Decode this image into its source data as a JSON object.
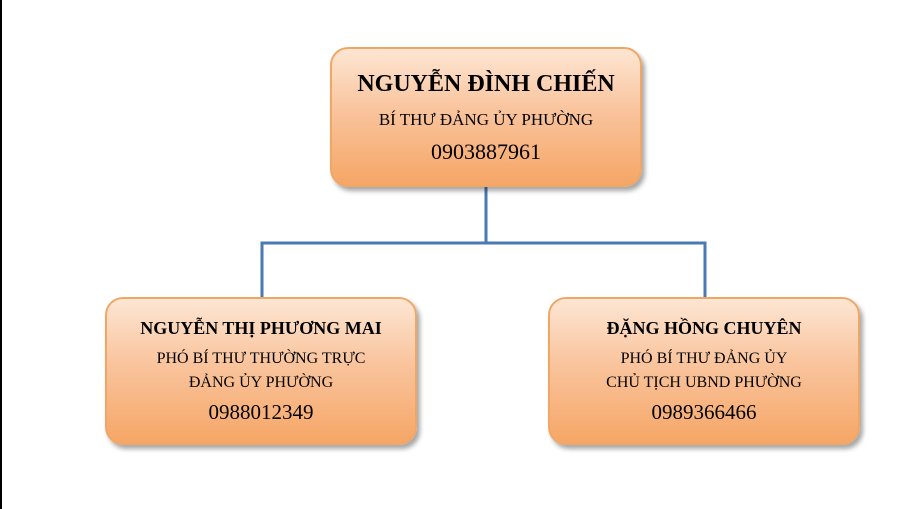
{
  "colors": {
    "connector": "#4a7ab5",
    "node_border": "#f0a766",
    "node_fill_light": "#fde6d3",
    "node_fill_dark": "#f6a666"
  },
  "nodes": {
    "top": {
      "name": "NGUYỄN ĐÌNH CHIẾN",
      "title_lines": [
        "BÍ THƯ ĐẢNG ỦY PHƯỜNG"
      ],
      "phone": "0903887961"
    },
    "left": {
      "name": "NGUYỄN THỊ PHƯƠNG MAI",
      "title_lines": [
        "PHÓ BÍ THƯ THƯỜNG TRỰC",
        "ĐẢNG ỦY PHƯỜNG"
      ],
      "phone": "0988012349"
    },
    "right": {
      "name": "ĐẶNG HỒNG CHUYÊN",
      "title_lines": [
        "PHÓ BÍ THƯ ĐẢNG ỦY",
        "CHỦ TỊCH UBND PHƯỜNG"
      ],
      "phone": "0989366466"
    }
  }
}
